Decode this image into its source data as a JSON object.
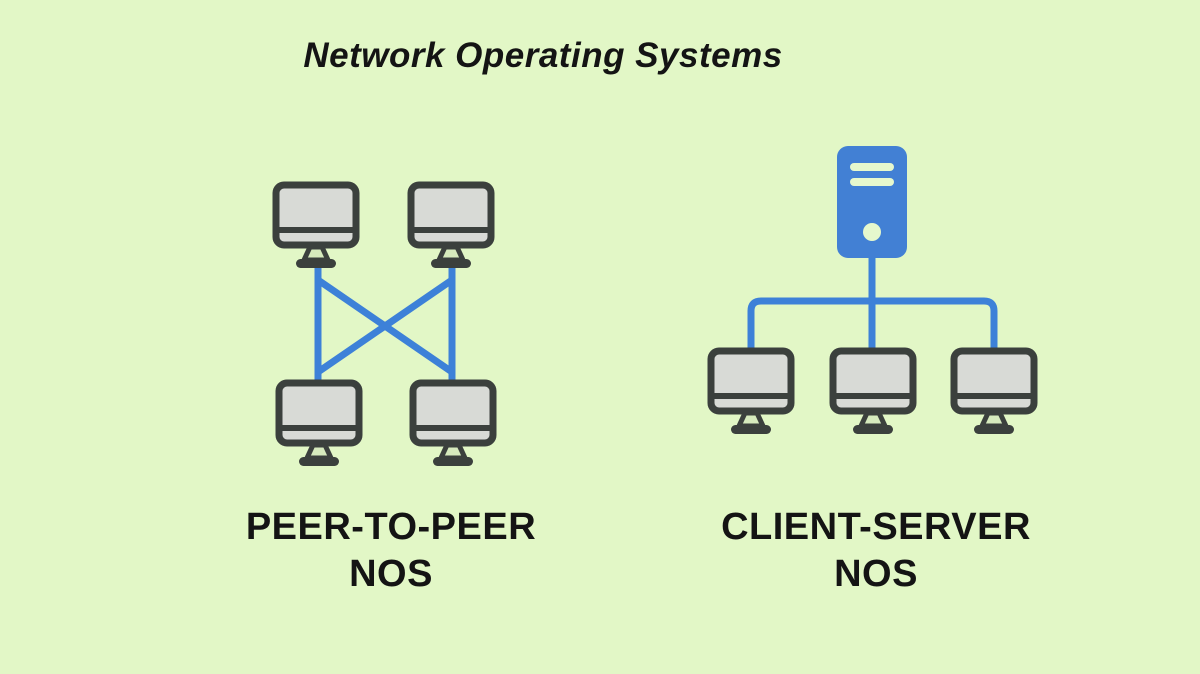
{
  "title": "Network Operating Systems",
  "diagram": {
    "peer_to_peer": {
      "label_line1": "PEER-TO-PEER",
      "label_line2": "NOS",
      "computer_count": 4,
      "connection_style": "mesh"
    },
    "client_server": {
      "label_line1": "CLIENT-SERVER",
      "label_line2": "NOS",
      "server_count": 1,
      "client_count": 3,
      "connection_style": "star"
    }
  },
  "colors": {
    "background": "#e2f7c6",
    "accent_blue": "#3d81d8",
    "server_blue": "#4280d4",
    "monitor_outline": "#3b403d",
    "monitor_screen": "#d8dad6",
    "stand_fill": "#d6eabd",
    "vent_green": "#e6f8cd",
    "text_color": "#141414"
  }
}
